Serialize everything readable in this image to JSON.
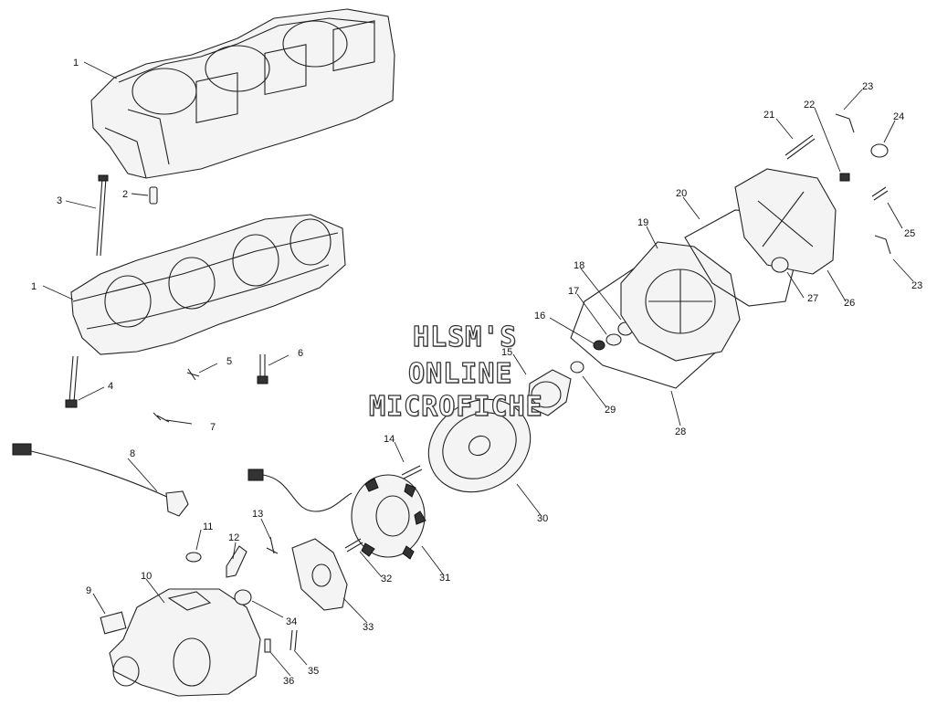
{
  "watermark": {
    "line1": "HLSM'S",
    "line2": "ONLINE",
    "line3": "MICROFICHE"
  },
  "callouts": [
    {
      "id": "c1a",
      "text": "1"
    },
    {
      "id": "c1b",
      "text": "1"
    },
    {
      "id": "c2",
      "text": "2"
    },
    {
      "id": "c3",
      "text": "3"
    },
    {
      "id": "c4",
      "text": "4"
    },
    {
      "id": "c5",
      "text": "5"
    },
    {
      "id": "c6",
      "text": "6"
    },
    {
      "id": "c7",
      "text": "7"
    },
    {
      "id": "c8",
      "text": "8"
    },
    {
      "id": "c9",
      "text": "9"
    },
    {
      "id": "c10",
      "text": "10"
    },
    {
      "id": "c11",
      "text": "11"
    },
    {
      "id": "c12",
      "text": "12"
    },
    {
      "id": "c13",
      "text": "13"
    },
    {
      "id": "c14",
      "text": "14"
    },
    {
      "id": "c15",
      "text": "15"
    },
    {
      "id": "c16",
      "text": "16"
    },
    {
      "id": "c17",
      "text": "17"
    },
    {
      "id": "c18",
      "text": "18"
    },
    {
      "id": "c19",
      "text": "19"
    },
    {
      "id": "c20",
      "text": "20"
    },
    {
      "id": "c21",
      "text": "21"
    },
    {
      "id": "c22",
      "text": "22"
    },
    {
      "id": "c23a",
      "text": "23"
    },
    {
      "id": "c23b",
      "text": "23"
    },
    {
      "id": "c24",
      "text": "24"
    },
    {
      "id": "c25",
      "text": "25"
    },
    {
      "id": "c26",
      "text": "26"
    },
    {
      "id": "c27",
      "text": "27"
    },
    {
      "id": "c28",
      "text": "28"
    },
    {
      "id": "c29",
      "text": "29"
    },
    {
      "id": "c30",
      "text": "30"
    },
    {
      "id": "c31",
      "text": "31"
    },
    {
      "id": "c32",
      "text": "32"
    },
    {
      "id": "c33",
      "text": "33"
    },
    {
      "id": "c34",
      "text": "34"
    },
    {
      "id": "c35",
      "text": "35"
    },
    {
      "id": "c36",
      "text": "36"
    }
  ]
}
